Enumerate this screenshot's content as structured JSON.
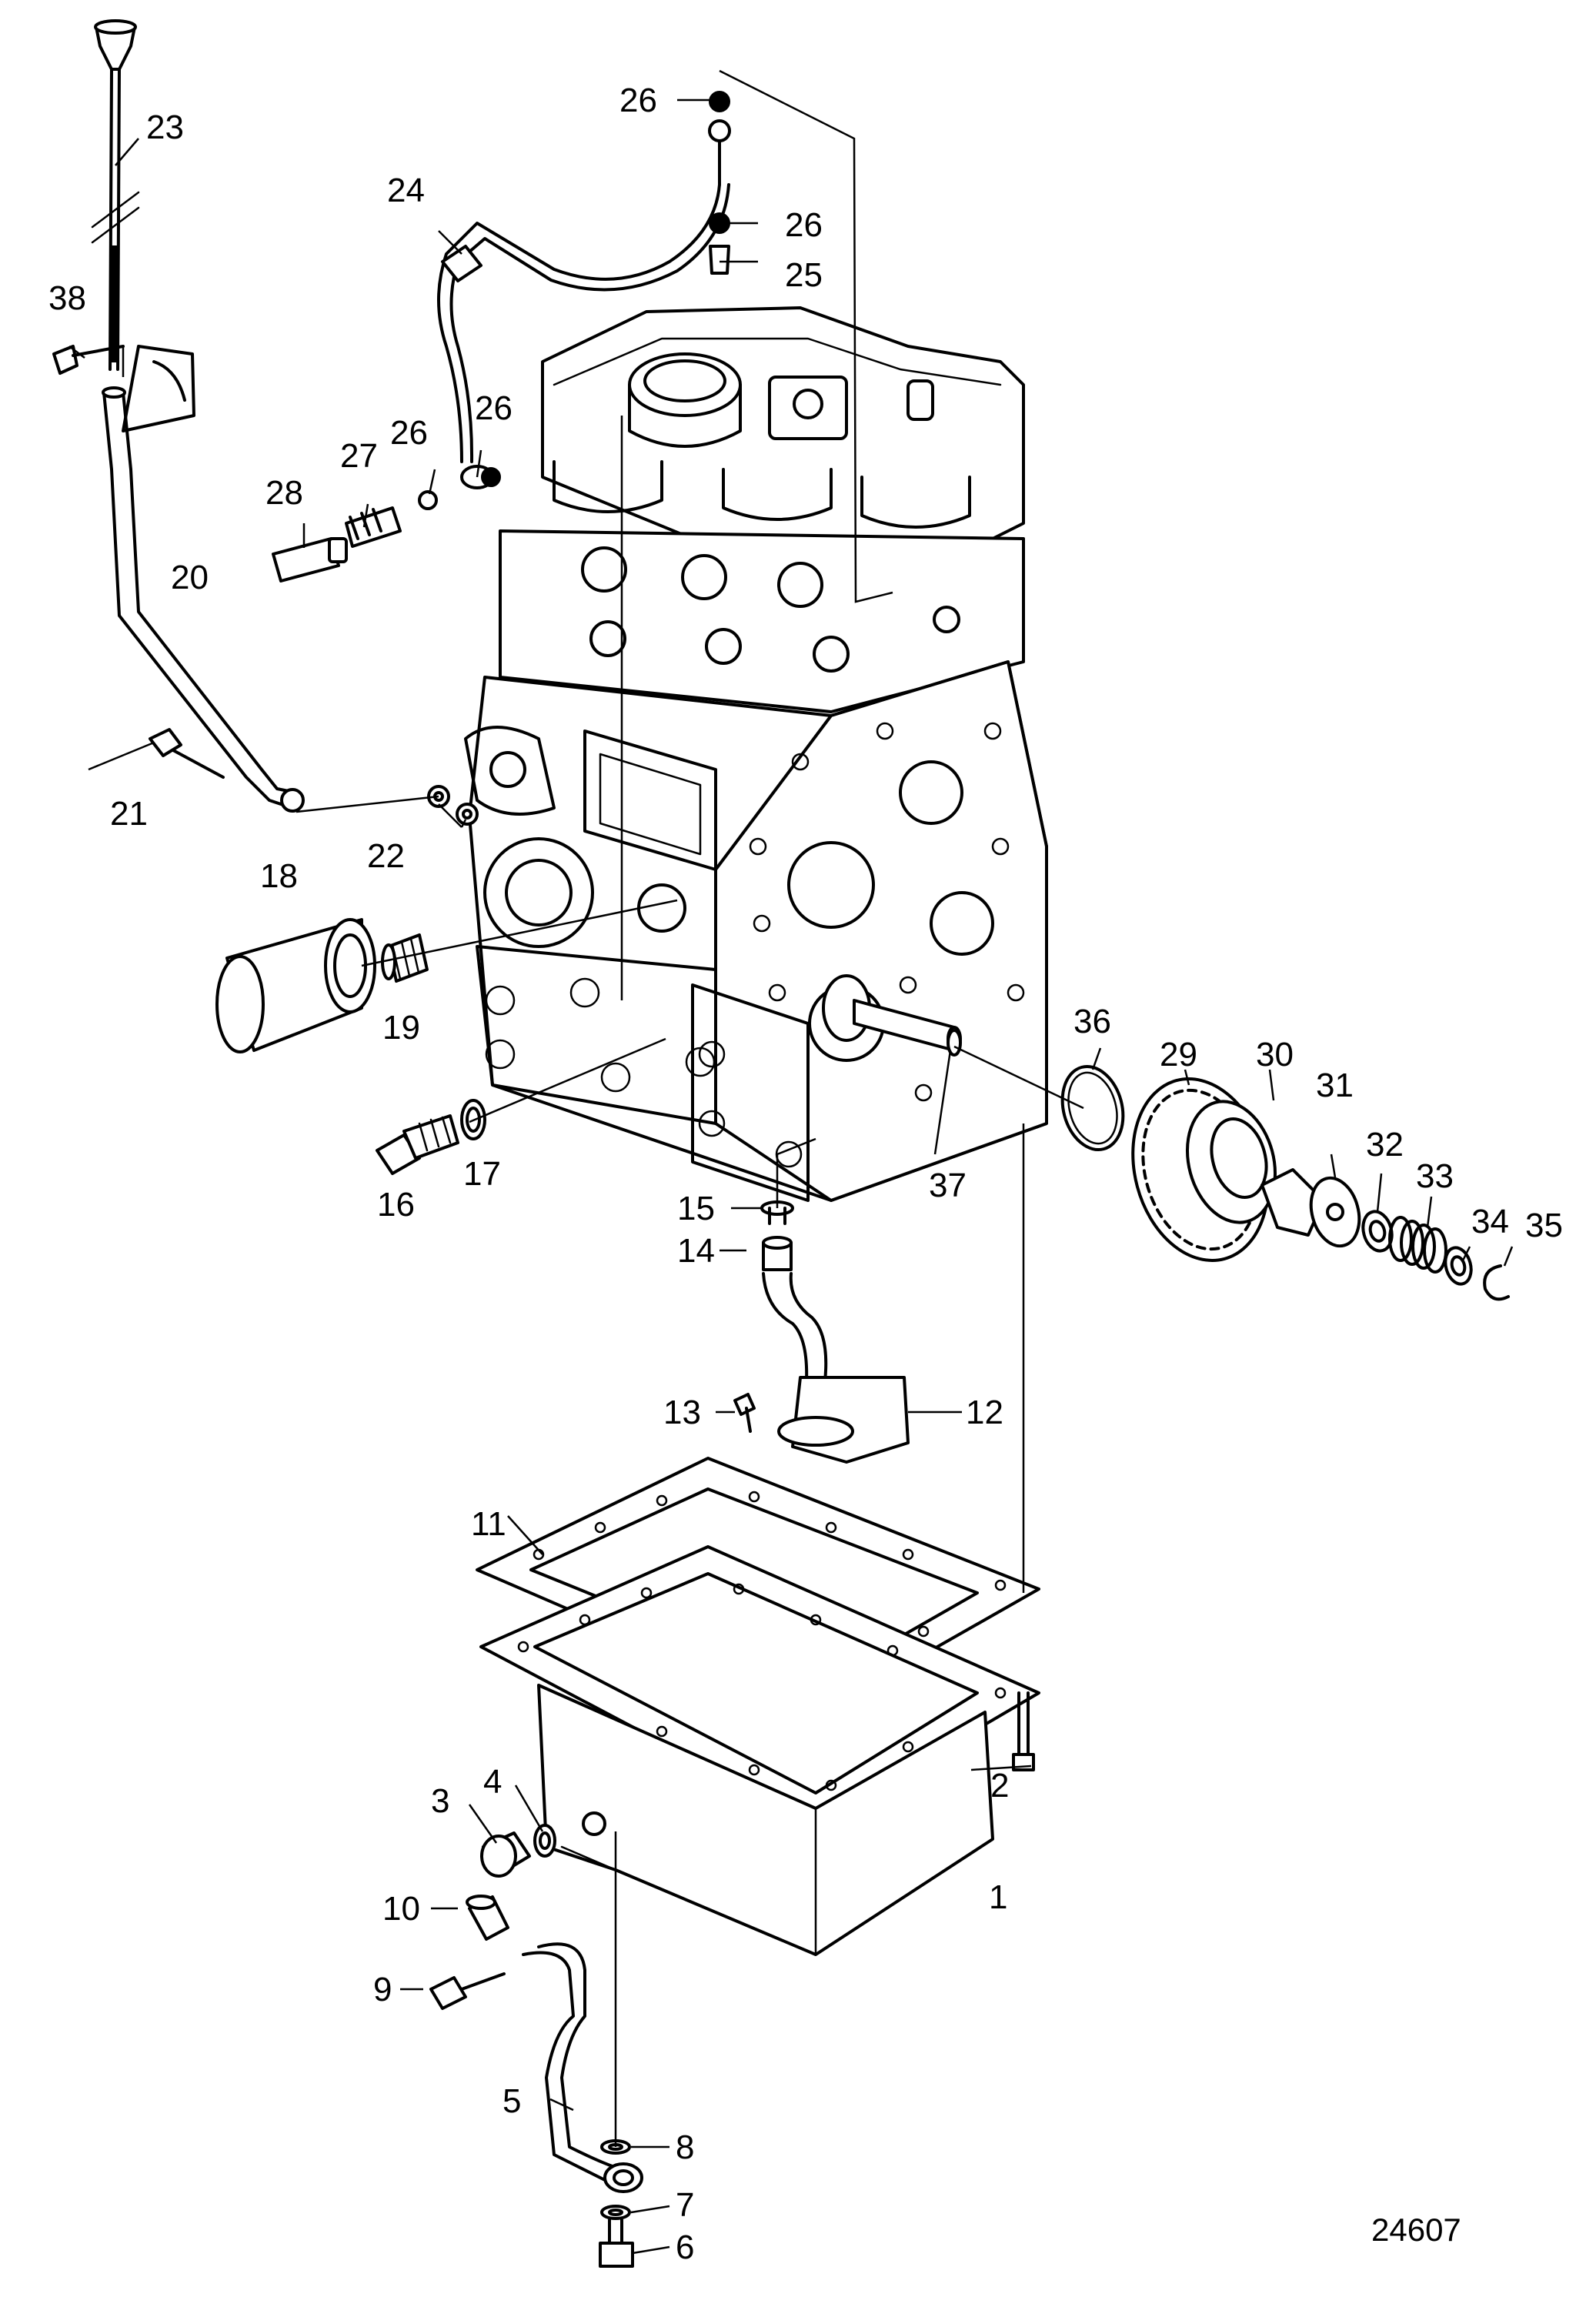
{
  "diagram": {
    "drawing_number": "24607",
    "part_labels": [
      {
        "id": "1",
        "text": "1"
      },
      {
        "id": "2",
        "text": "2"
      },
      {
        "id": "3",
        "text": "3"
      },
      {
        "id": "4",
        "text": "4"
      },
      {
        "id": "5",
        "text": "5"
      },
      {
        "id": "6",
        "text": "6"
      },
      {
        "id": "7",
        "text": "7"
      },
      {
        "id": "8",
        "text": "8"
      },
      {
        "id": "9",
        "text": "9"
      },
      {
        "id": "10",
        "text": "10"
      },
      {
        "id": "11",
        "text": "11"
      },
      {
        "id": "12",
        "text": "12"
      },
      {
        "id": "13",
        "text": "13"
      },
      {
        "id": "14",
        "text": "14"
      },
      {
        "id": "15",
        "text": "15"
      },
      {
        "id": "16",
        "text": "16"
      },
      {
        "id": "17",
        "text": "17"
      },
      {
        "id": "18",
        "text": "18"
      },
      {
        "id": "19",
        "text": "19"
      },
      {
        "id": "20",
        "text": "20"
      },
      {
        "id": "21",
        "text": "21"
      },
      {
        "id": "22",
        "text": "22"
      },
      {
        "id": "23",
        "text": "23"
      },
      {
        "id": "24",
        "text": "24"
      },
      {
        "id": "25",
        "text": "25"
      },
      {
        "id": "26a",
        "text": "26"
      },
      {
        "id": "26b",
        "text": "26"
      },
      {
        "id": "26c",
        "text": "26"
      },
      {
        "id": "26d",
        "text": "26"
      },
      {
        "id": "27",
        "text": "27"
      },
      {
        "id": "28",
        "text": "28"
      },
      {
        "id": "29",
        "text": "29"
      },
      {
        "id": "30",
        "text": "30"
      },
      {
        "id": "31",
        "text": "31"
      },
      {
        "id": "32",
        "text": "32"
      },
      {
        "id": "33",
        "text": "33"
      },
      {
        "id": "34",
        "text": "34"
      },
      {
        "id": "35",
        "text": "35"
      },
      {
        "id": "36",
        "text": "36"
      },
      {
        "id": "37",
        "text": "37"
      },
      {
        "id": "38",
        "text": "38"
      }
    ]
  }
}
